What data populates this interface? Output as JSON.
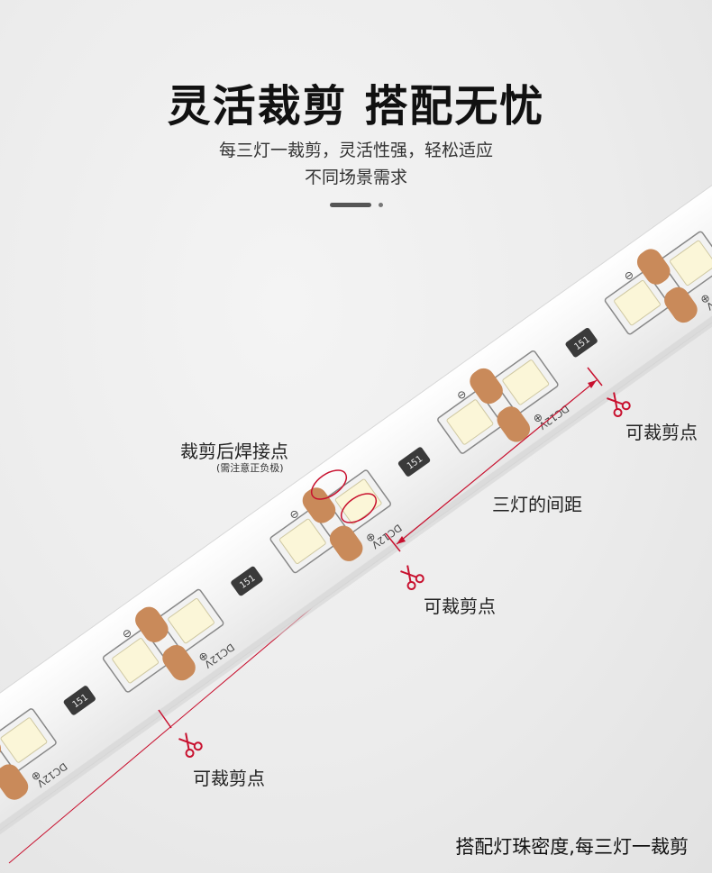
{
  "title": "灵活裁剪 搭配无忧",
  "subtitle_line1": "每三灯一裁剪，灵活性强，轻松适应",
  "subtitle_line2": "不同场景需求",
  "labels": {
    "solder_point": "裁剪后焊接点",
    "solder_note": "(需注意正负极)",
    "spacing": "三灯的间距",
    "cut_point_1": "可裁剪点",
    "cut_point_2": "可裁剪点",
    "cut_point_3": "可裁剪点"
  },
  "pcb_marks": {
    "voltage": "DC12V",
    "resistor": "151",
    "positive": "⊕",
    "negative": "⊖"
  },
  "caption": "搭配灯珠密度,每三灯一裁剪",
  "colors": {
    "accent_red": "#c8102e",
    "pad_copper": "#c98a5a",
    "strip_white": "#f7f7f7"
  }
}
